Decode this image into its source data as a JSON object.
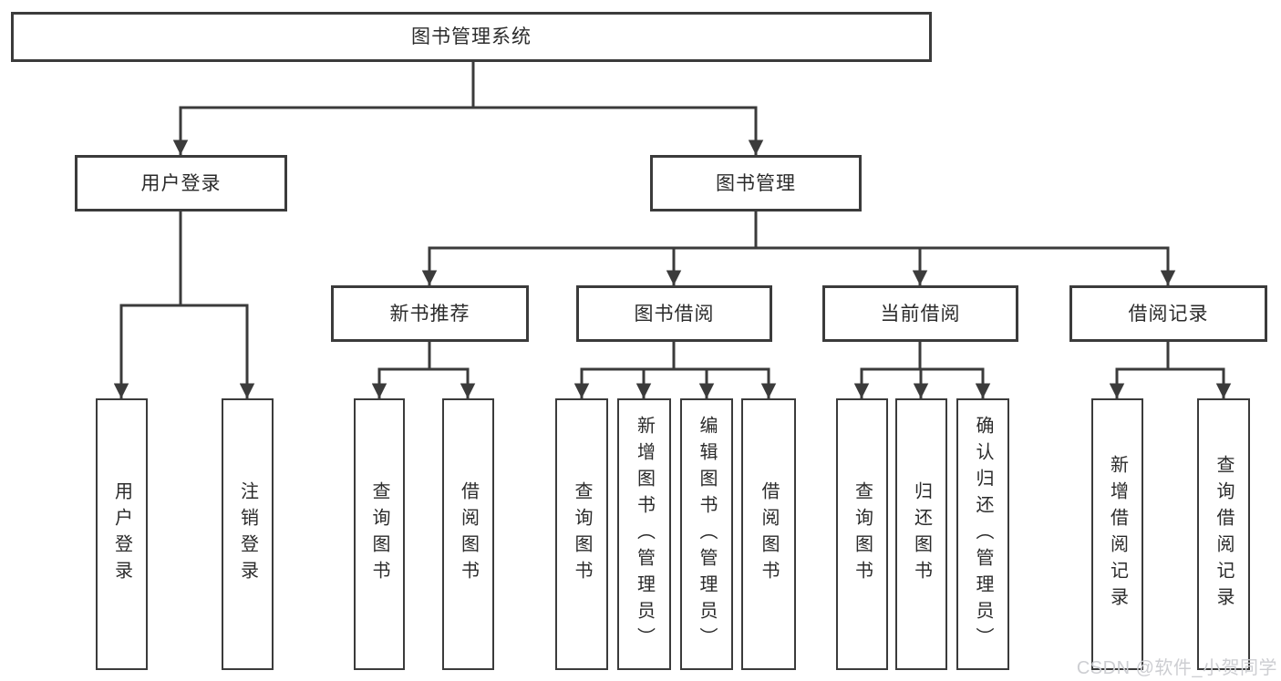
{
  "diagram": {
    "title": "图书管理系统",
    "watermark": "CSDN @软件_小贺同学",
    "nodes": [
      {
        "id": "root",
        "label": "图书管理系统"
      },
      {
        "id": "user-login-module",
        "label": "用户登录"
      },
      {
        "id": "book-management",
        "label": "图书管理"
      },
      {
        "id": "new-book-recommend",
        "label": "新书推荐"
      },
      {
        "id": "book-borrow",
        "label": "图书借阅"
      },
      {
        "id": "current-borrow",
        "label": "当前借阅"
      },
      {
        "id": "borrow-records",
        "label": "借阅记录"
      },
      {
        "id": "leaf-user-login",
        "label": "用户登录"
      },
      {
        "id": "leaf-logout",
        "label": "注销登录"
      },
      {
        "id": "leaf-query-book-1",
        "label": "查询图书"
      },
      {
        "id": "leaf-borrow-book-1",
        "label": "借阅图书"
      },
      {
        "id": "leaf-query-book-2",
        "label": "查询图书"
      },
      {
        "id": "leaf-add-book",
        "label": "新增图书（管理员）"
      },
      {
        "id": "leaf-edit-book",
        "label": "编辑图书（管理员）"
      },
      {
        "id": "leaf-borrow-book-2",
        "label": "借阅图书"
      },
      {
        "id": "leaf-query-book-3",
        "label": "查询图书"
      },
      {
        "id": "leaf-return-book",
        "label": "归还图书"
      },
      {
        "id": "leaf-confirm-return",
        "label": "确认归还（管理员）"
      },
      {
        "id": "leaf-add-borrow-record",
        "label": "新增借阅记录"
      },
      {
        "id": "leaf-query-borrow-record",
        "label": "查询借阅记录"
      }
    ]
  },
  "colors": {
    "line": "#3b3b3b",
    "text": "#2b2b2b",
    "background": "#ffffff",
    "watermark": "#cdced2"
  }
}
